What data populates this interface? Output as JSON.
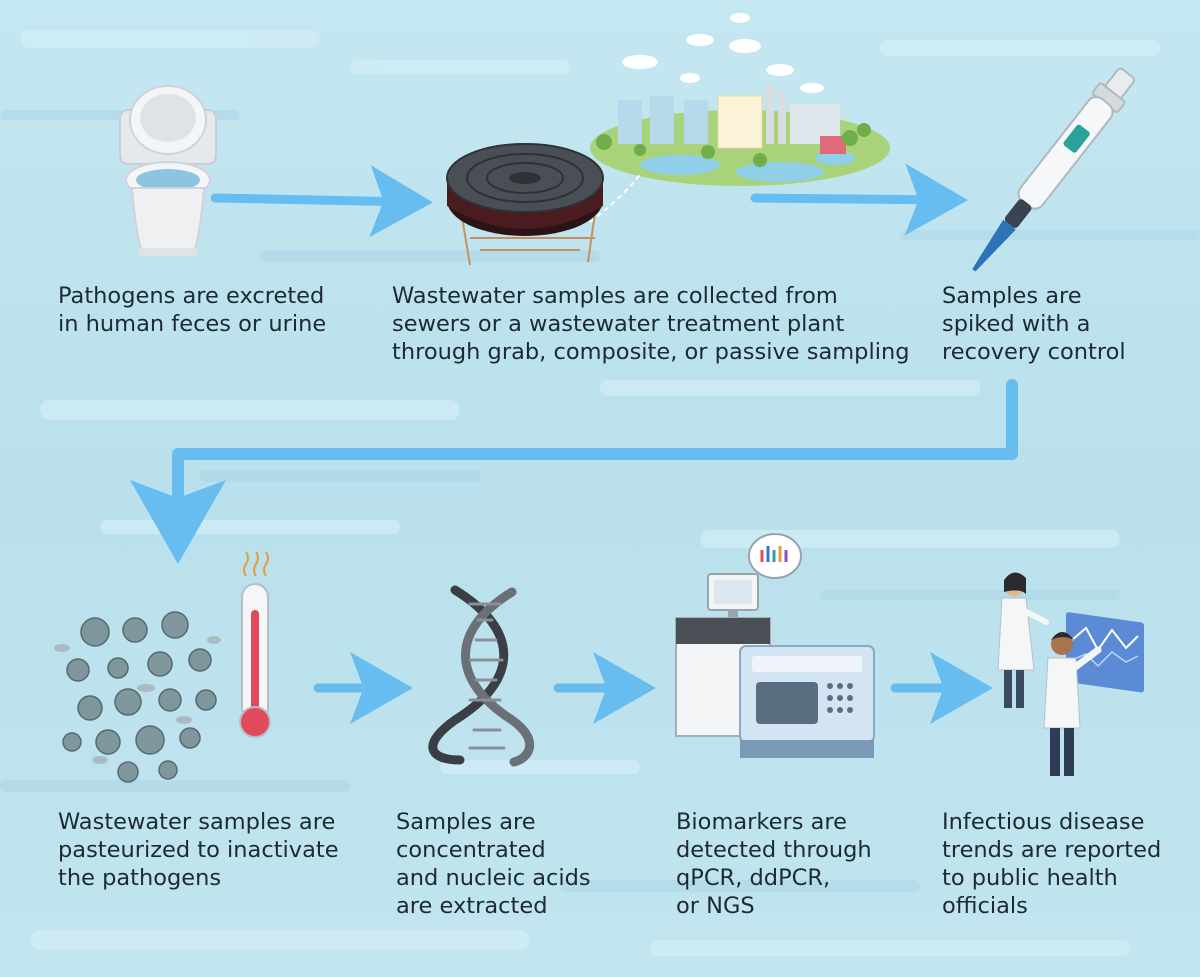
{
  "steps": [
    {
      "caption": "Pathogens are excreted\nin human feces or urine",
      "icon": "toilet-icon"
    },
    {
      "caption": "Wastewater samples are collected from\nsewers or a wastewater treatment plant\nthrough grab, composite, or passive sampling",
      "icon": "manhole-treatment-plant-icon"
    },
    {
      "caption": "Samples are\nspiked with a\nrecovery control",
      "icon": "pipette-icon"
    },
    {
      "caption": "Wastewater samples are\npasteurized to inactivate\nthe pathogens",
      "icon": "pathogens-thermometer-icon"
    },
    {
      "caption": "Samples are\nconcentrated\nand nucleic acids\nare extracted",
      "icon": "dna-icon"
    },
    {
      "caption": "Biomarkers are\ndetected through\nqPCR, ddPCR,\nor NGS",
      "icon": "lab-instrument-icon"
    },
    {
      "caption": "Infectious disease\ntrends are reported\nto public health\nofficials",
      "icon": "scientists-dashboard-icon"
    }
  ],
  "colors": {
    "background": "#bfe3ee",
    "arrow": "#67bdf0",
    "text": "#1e2a33"
  }
}
